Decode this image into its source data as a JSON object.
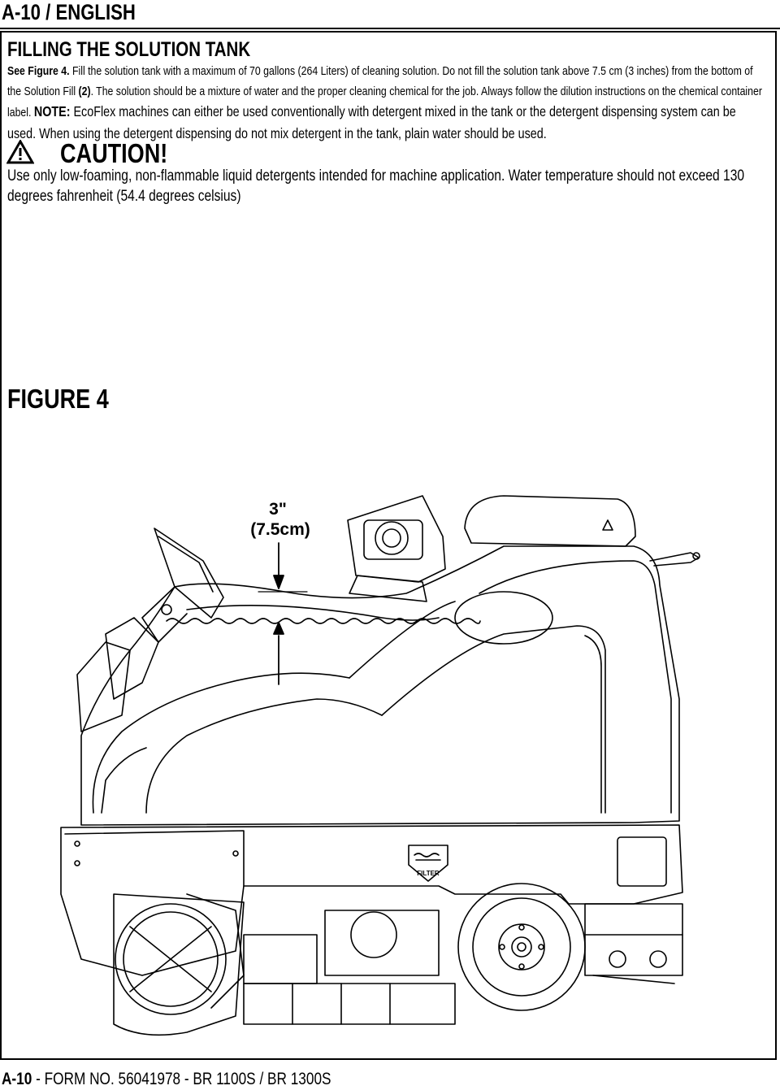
{
  "header": {
    "title": "A-10 / ENGLISH"
  },
  "section": {
    "title": "FILLING THE SOLUTION TANK",
    "see_figure": "See Figure 4.",
    "line1_text": " Fill the solution tank with a maximum of 70 gallons (264 Liters) of cleaning solution.  Do not fill the solution tank above 7.5 cm (3 inches) from the bottom of the Solution Fill ",
    "fill_ref": "(2)",
    "line2_text": ". The solution should be a mixture of water and the proper cleaning chemical for the job.  Always follow the dilution instructions on the chemical container label. ",
    "note_label": "NOTE:",
    "note_text": " EcoFlex machines can either be used conventionally with detergent mixed in the tank or the detergent dispensing system can be used. When using the detergent dispensing do not mix detergent in the tank, plain water should be used."
  },
  "caution": {
    "icon": "warning-triangle-icon",
    "title": "CAUTION!",
    "text": "Use only low-foaming, non-flammable liquid detergents intended for machine application.  Water temperature should not exceed 130 degrees fahrenheit (54.4 degrees celsius)"
  },
  "figure": {
    "label": "FIGURE 4",
    "dimension_in": "3\"",
    "dimension_cm": "(7.5cm)",
    "filter_label": "FILTER"
  },
  "footer": {
    "page": "A-10",
    "text": " - FORM NO. 56041978 - BR 1100S / BR 1300S"
  }
}
